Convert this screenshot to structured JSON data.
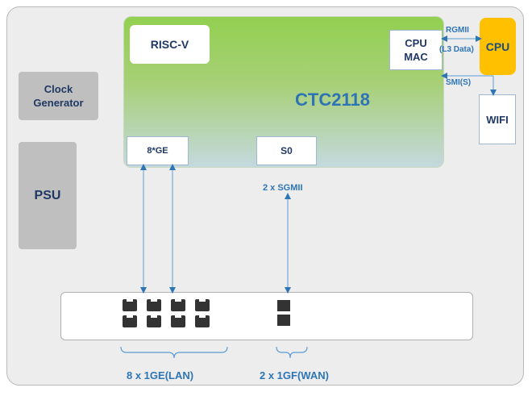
{
  "chip": {
    "name": "CTC2118",
    "risc": "RISC-V",
    "cpu_mac": [
      "CPU",
      "MAC"
    ],
    "ge": "8*GE",
    "s0": "S0"
  },
  "external": {
    "cpu": "CPU",
    "wifi": "WIFI",
    "clock": [
      "Clock",
      "Generator"
    ],
    "psu": "PSU"
  },
  "links": {
    "rgmii": "RGMII",
    "l3data": "(L3 Data)",
    "smi": "SMI(S)",
    "sgmii": "2 x SGMII"
  },
  "ports": {
    "lan_label": "8 x 1GE(LAN)",
    "wan_label": "2 x 1GF(WAN)",
    "lan_count": 8,
    "wan_count": 2
  },
  "colors": {
    "chip_top": "#92d050",
    "chip_bottom": "#c4d9de",
    "cpu": "#ffc000",
    "link": "#2e75b6",
    "text_dark": "#1f3864"
  }
}
